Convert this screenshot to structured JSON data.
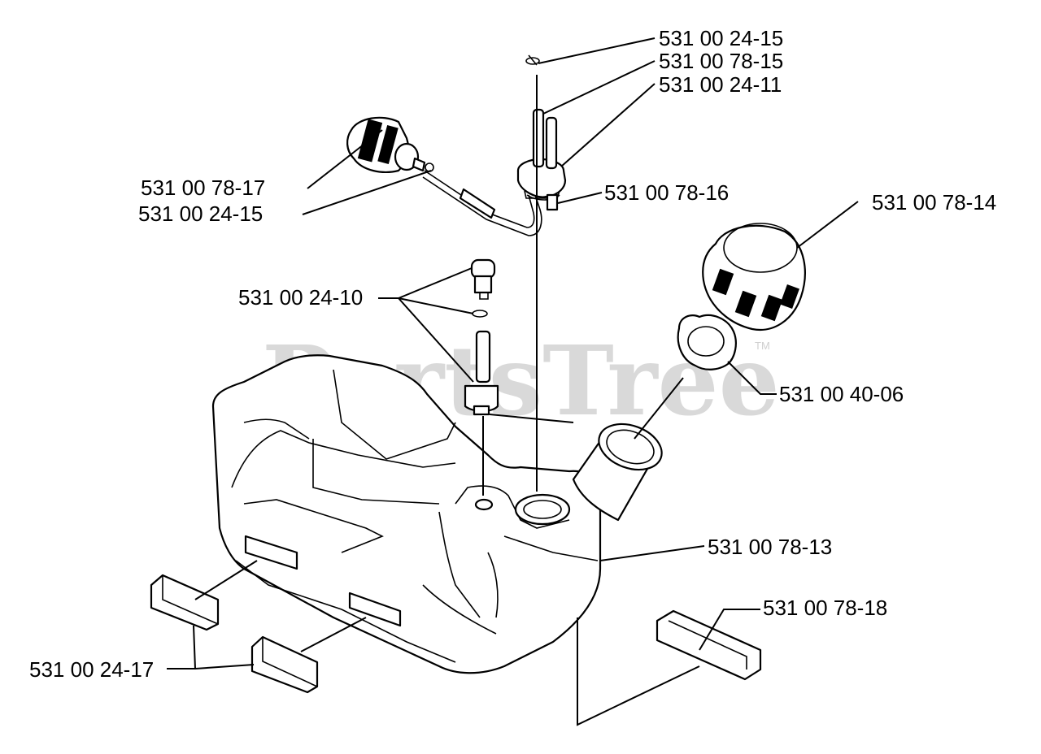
{
  "watermark": {
    "text": "PartsTree",
    "trademark": "TM"
  },
  "labels": {
    "p_24_15_top": "531 00 24-15",
    "p_78_15": "531 00 78-15",
    "p_24_11": "531 00 24-11",
    "p_78_17": "531 00 78-17",
    "p_24_15_left": "531 00 24-15",
    "p_78_16": "531 00 78-16",
    "p_78_14": "531 00 78-14",
    "p_24_10": "531 00 24-10",
    "p_40_06": "531 00 40-06",
    "p_78_13": "531 00 78-13",
    "p_78_18": "531 00 78-18",
    "p_24_17": "531 00 24-17"
  }
}
